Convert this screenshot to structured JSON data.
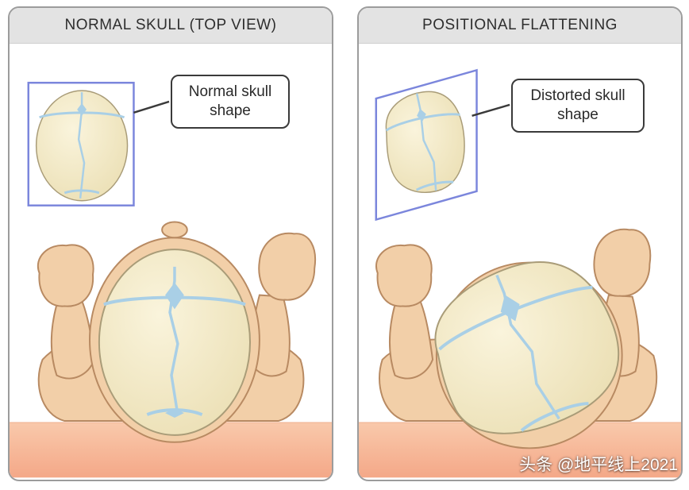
{
  "panels": {
    "left": {
      "title": "NORMAL SKULL (TOP VIEW)",
      "callout": "Normal skull shape"
    },
    "right": {
      "title": "POSITIONAL FLATTENING",
      "callout": "Distorted skull shape"
    }
  },
  "watermark": "头条 @地平线上2021",
  "colors": {
    "skin": "#f2cfa8",
    "skin_outline": "#b88a62",
    "bone": "#f3eac6",
    "suture": "#a9cfe6",
    "frame": "#7b86dc",
    "surface": "#f6b592"
  }
}
